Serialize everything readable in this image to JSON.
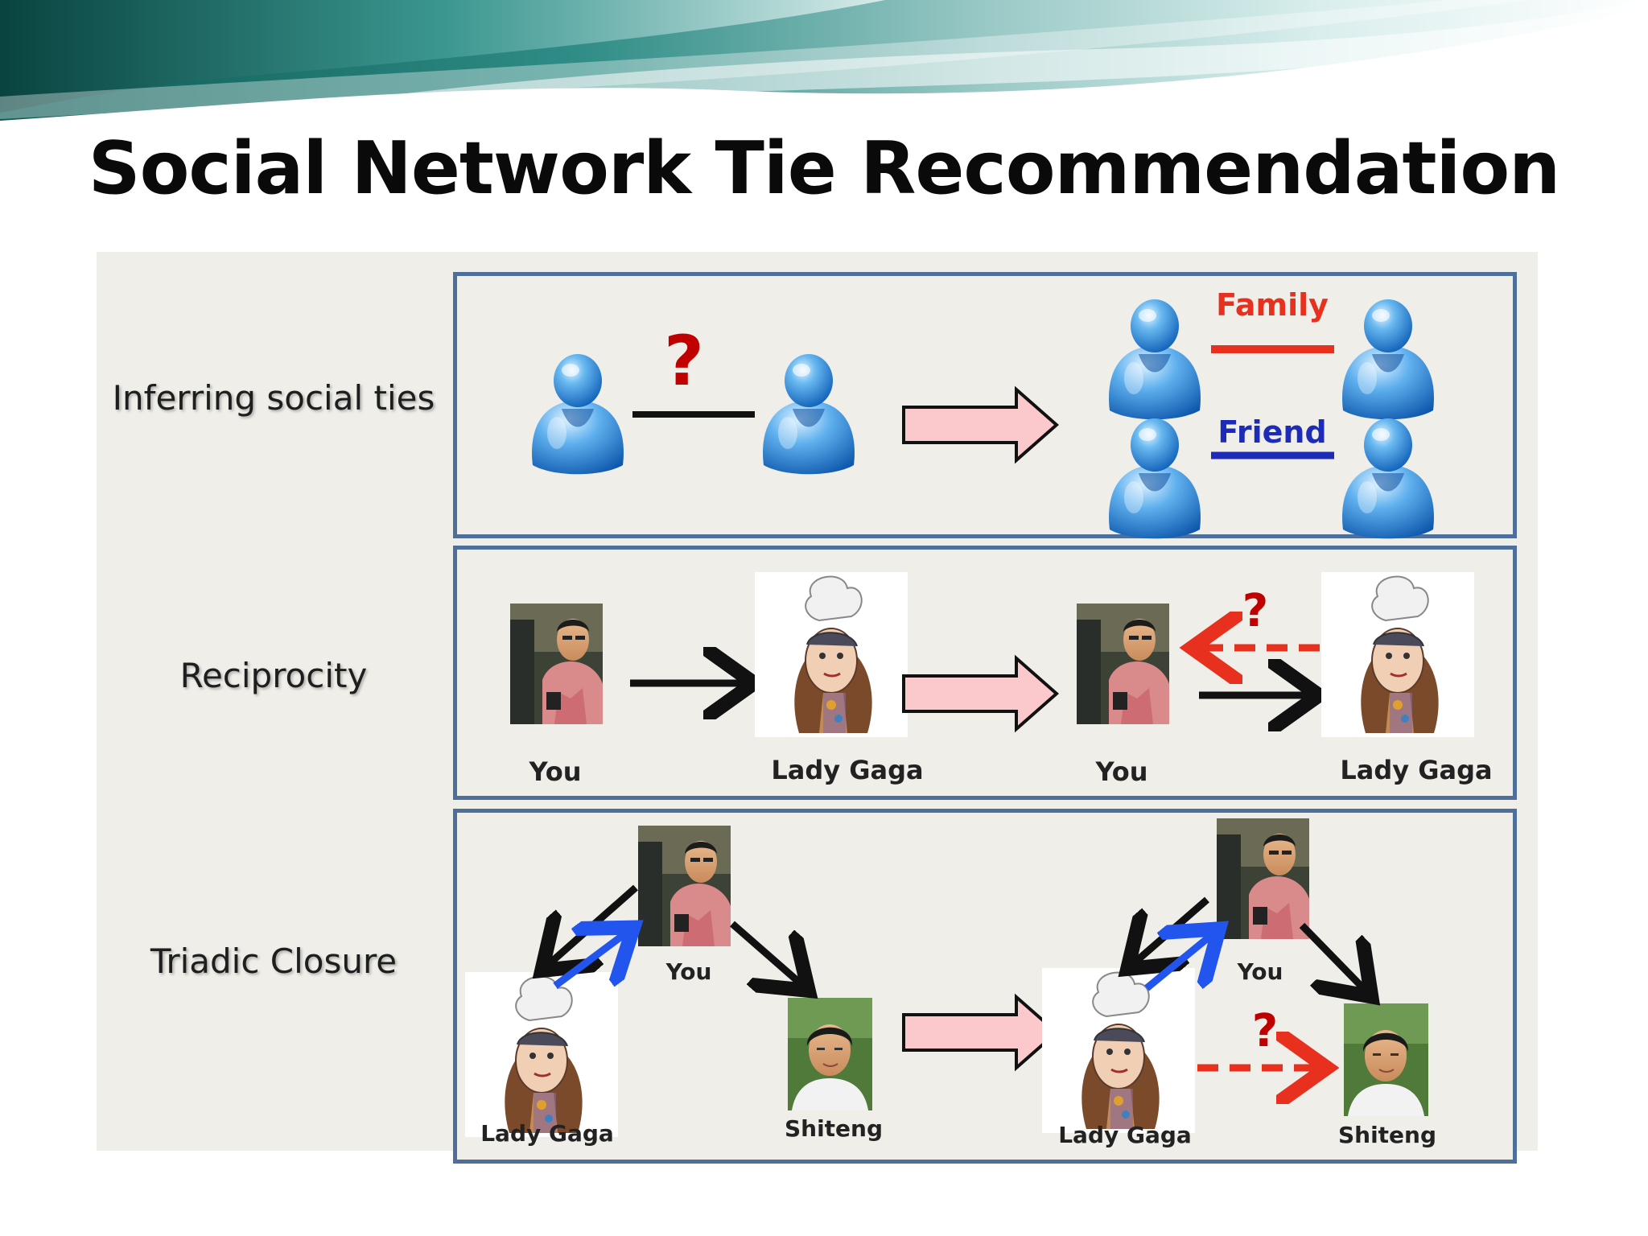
{
  "title": "Social Network Tie Recommendation",
  "rows": {
    "inferring": {
      "label": "Inferring social ties",
      "question": "?",
      "family_label": "Family",
      "friend_label": "Friend"
    },
    "reciprocity": {
      "label": "Reciprocity",
      "you_label": "You",
      "gaga_label": "Lady Gaga",
      "question": "?"
    },
    "triadic": {
      "label": "Triadic Closure",
      "you_label": "You",
      "gaga_label": "Lady Gaga",
      "shiteng_label": "Shiteng",
      "question": "?"
    }
  },
  "icons": {
    "user": "user-icon",
    "you_photo": "you-photo",
    "gaga_photo": "lady-gaga-illustration",
    "shiteng_photo": "shiteng-photo"
  },
  "colors": {
    "panel_border": "#4e6f99",
    "family": "#e8301e",
    "friend": "#1c2bb8",
    "question": "#c00000",
    "dashed_arrow": "#e8301e",
    "blue_arrow": "#2255ee",
    "big_arrow_fill": "#fbc9cc"
  }
}
